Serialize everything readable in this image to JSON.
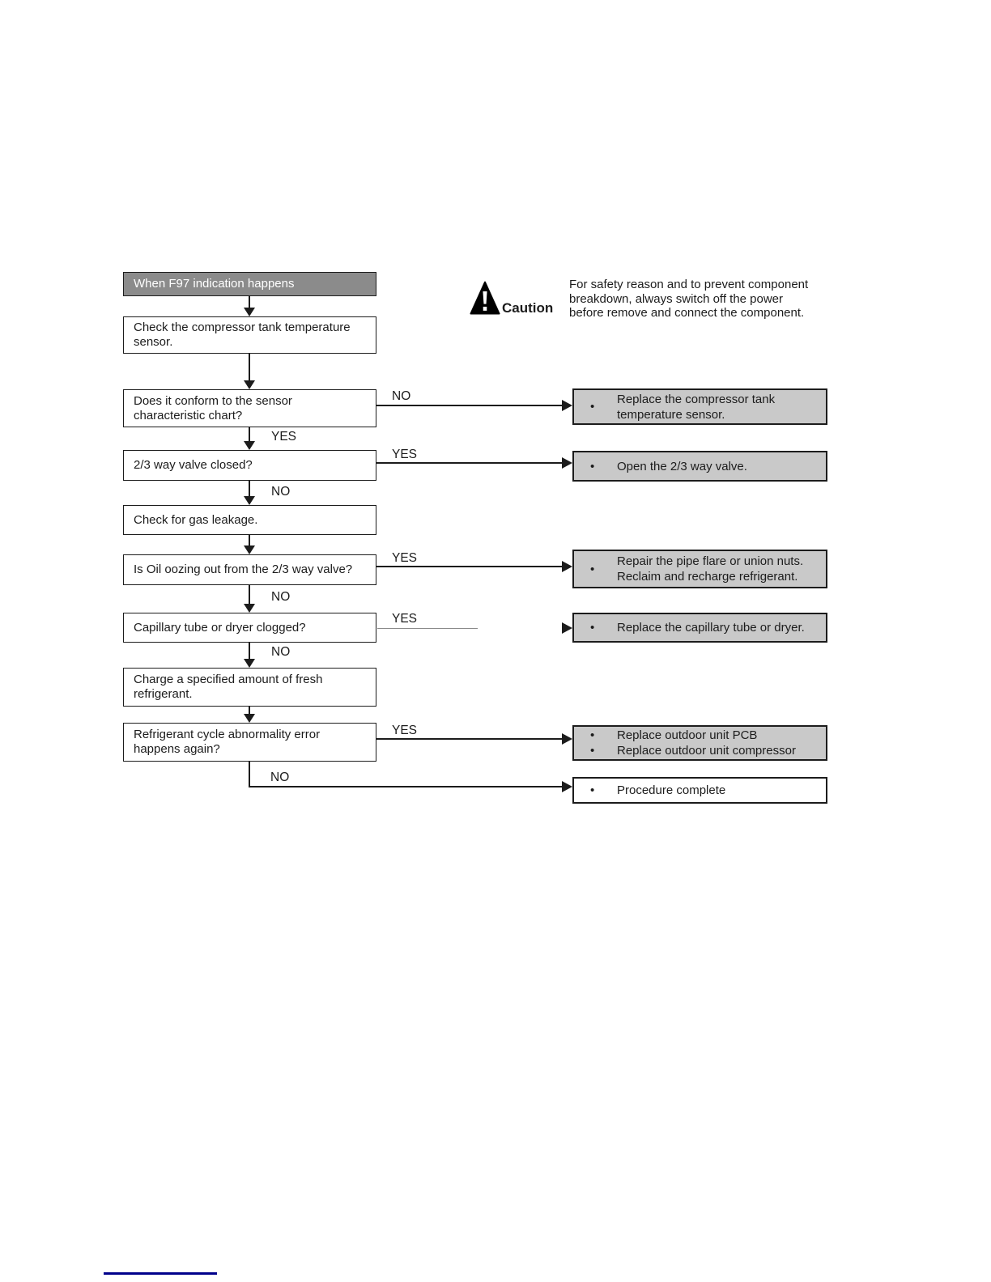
{
  "caution": {
    "label": "Caution",
    "lines": [
      "For safety reason and to prevent component",
      "breakdown, always switch off the power",
      "before remove and connect the component."
    ]
  },
  "flow": {
    "title": "When F97 indication happens",
    "bullet": "•",
    "labels": {
      "yes": "YES",
      "no": "NO"
    },
    "steps": {
      "check_sensor": [
        "Check the compressor tank temperature",
        "sensor."
      ],
      "conform_chart": [
        "Does it conform to the sensor",
        "characteristic chart?"
      ],
      "valve_closed": "2/3 way valve closed?",
      "gas_leakage": "Check for gas leakage.",
      "oil_oozing": "Is Oil oozing out from the 2/3 way valve?",
      "capillary_clogged": "Capillary tube or dryer clogged?",
      "charge_refrigerant": [
        "Charge a specified amount of fresh",
        "refrigerant."
      ],
      "error_again": [
        "Refrigerant cycle abnormality error",
        "happens again?"
      ]
    },
    "actions": {
      "replace_sensor": [
        "Replace the compressor tank",
        "temperature sensor."
      ],
      "open_valve": "Open the 2/3 way valve.",
      "repair_pipe": [
        "Repair the pipe flare or union nuts.",
        "Reclaim and recharge refrigerant."
      ],
      "replace_capillary": "Replace the capillary tube or dryer.",
      "replace_pcb": "Replace outdoor unit PCB",
      "replace_compressor": "Replace outdoor unit compressor",
      "procedure_complete": "Procedure complete"
    }
  },
  "colors": {
    "title_bg": "#8b8b8b",
    "action_bg": "#c9c9c9",
    "ink": "#1c1c1c",
    "link_blue": "#00008b"
  }
}
